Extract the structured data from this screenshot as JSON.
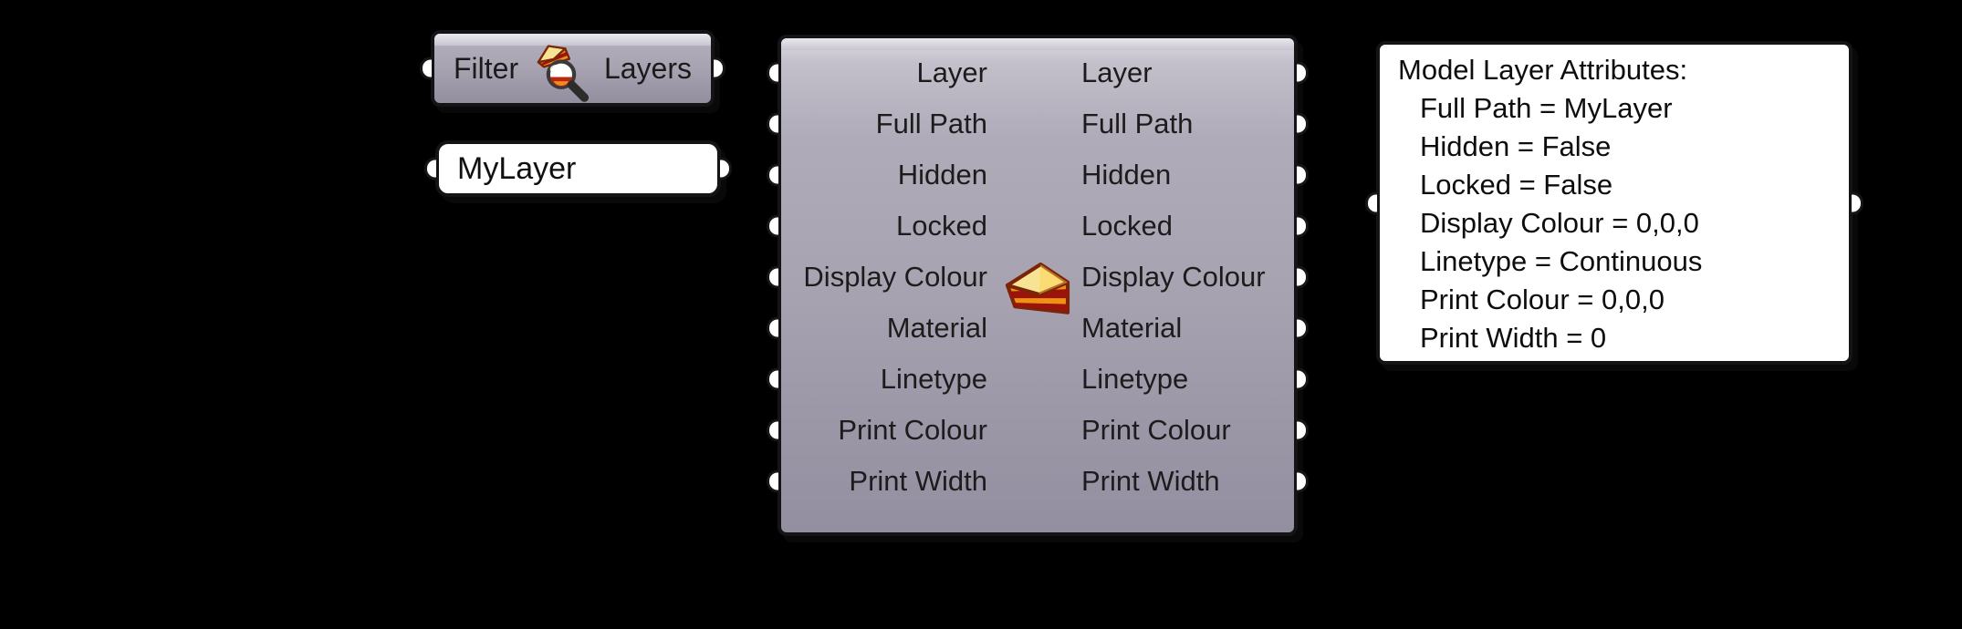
{
  "canvas": {
    "background_color": "#000000"
  },
  "colors": {
    "component_body_top": "#dcdae1",
    "component_body_bottom": "#938fa0",
    "component_highlight_band": "#eae8ee",
    "outline": "#141414",
    "panel_background": "#ffffff",
    "port_fill": "#ffffff",
    "text": "#1c1c1c",
    "cake_top": "#f7e394",
    "cake_orange": "#ef9214",
    "cake_red": "#9a140b"
  },
  "filter_component": {
    "input_label": "Filter",
    "output_label": "Layers",
    "icon": "magnifier-cake-icon"
  },
  "layer_name_panel": {
    "text": "MyLayer"
  },
  "layer_component": {
    "icon": "cake-icon",
    "inputs": [
      "Layer",
      "Full Path",
      "Hidden",
      "Locked",
      "Display Colour",
      "Material",
      "Linetype",
      "Print Colour",
      "Print Width"
    ],
    "outputs": [
      "Layer",
      "Full Path",
      "Hidden",
      "Locked",
      "Display Colour",
      "Material",
      "Linetype",
      "Print Colour",
      "Print Width"
    ]
  },
  "attributes_panel": {
    "title_line": "Model Layer Attributes:",
    "lines": [
      "Full Path = MyLayer",
      "Hidden = False",
      "Locked = False",
      "Display Colour = 0,0,0",
      "Linetype = Continuous",
      "Print Colour = 0,0,0",
      "Print Width = 0"
    ]
  }
}
